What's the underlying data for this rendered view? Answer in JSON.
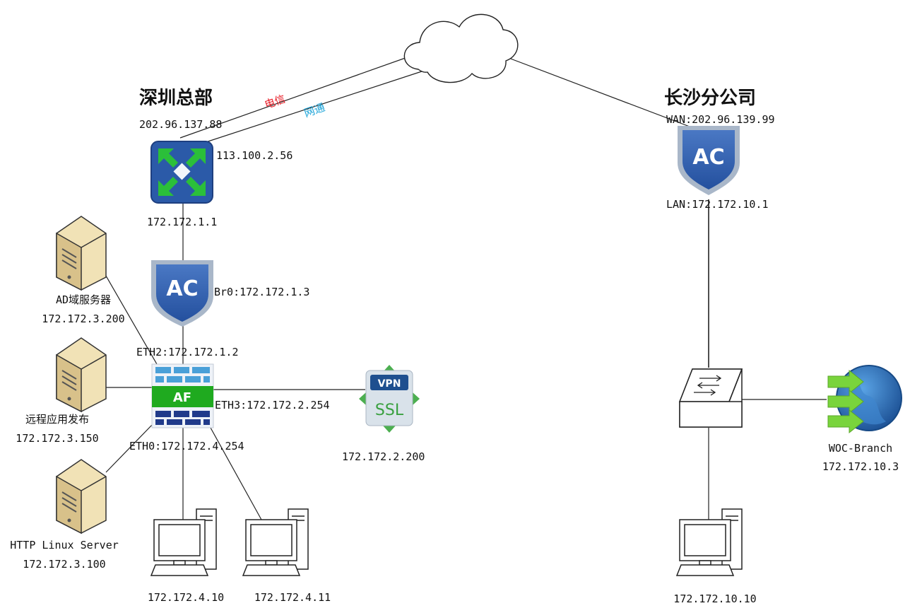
{
  "sites": {
    "hq": "深圳总部",
    "branch": "长沙分公司"
  },
  "isp": {
    "telecom": "电信",
    "telecom_color": "#e8202a",
    "netcom": "网通",
    "netcom_color": "#1aa3d8"
  },
  "hq": {
    "gw_telecom_ip": "202.96.137.88",
    "gw_netcom_ip": "113.100.2.56",
    "gw_lan_ip": "172.172.1.1",
    "ac_ip": "Br0:172.172.1.3",
    "af_eth2": "ETH2:172.172.1.2",
    "af_eth3": "ETH3:172.172.2.254",
    "af_eth0": "ETH0:172.172.4.254",
    "af_label": "AF",
    "ssl_vpn_ip": "172.172.2.200",
    "vpn_badge": "VPN",
    "ssl_text": "SSL",
    "servers": [
      {
        "name": "AD域服务器",
        "ip": "172.172.3.200"
      },
      {
        "name": "远程应用发布",
        "ip": "172.172.3.150"
      },
      {
        "name": "HTTP Linux Server",
        "ip": "172.172.3.100"
      }
    ],
    "pcs": [
      {
        "ip": "172.172.4.10"
      },
      {
        "ip": "172.172.4.11"
      }
    ]
  },
  "branch": {
    "ac_wan": "WAN:202.96.139.99",
    "ac_lan": "LAN:172.172.10.1",
    "woc_name": "WOC-Branch",
    "woc_ip": "172.172.10.3",
    "pc_ip": "172.172.10.10"
  },
  "ac_label": "AC",
  "colors": {
    "shield_blue": "#2f5fae",
    "shield_rim": "#a9b7c9",
    "router_blue": "#2b5aa8",
    "router_arrows": "#2bbf3a",
    "af_green": "#1faa1f",
    "af_navy": "#203a8a",
    "vpn_green": "#4caf50",
    "server_tan": "#e6d3a3",
    "globe_blue": "#2a6fb8",
    "globe_arrow": "#79d43c"
  }
}
